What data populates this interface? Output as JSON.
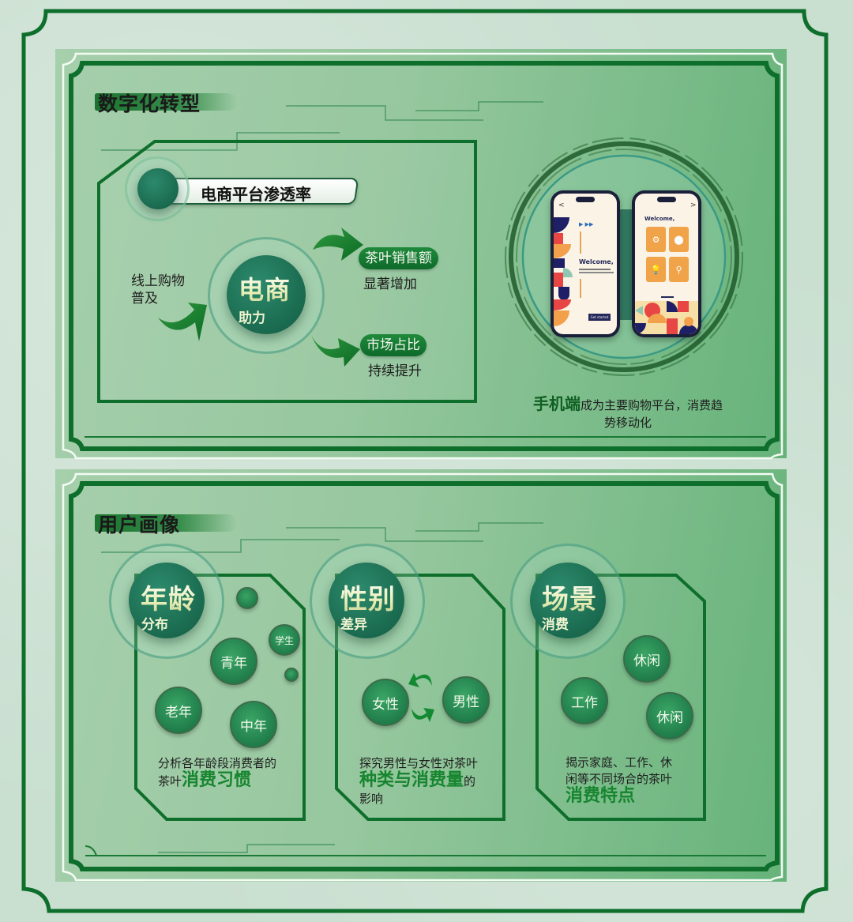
{
  "colors": {
    "frame_green": "#0e6e2b",
    "accent_green": "#17852f",
    "badge_green": "#1a6a4f",
    "background": "#c9dfd0"
  },
  "section1": {
    "title": "数字化转型",
    "ecommerce_card": {
      "header": "电商平台渗透率",
      "input_text": [
        "线上购物",
        "普及"
      ],
      "center_badge": {
        "main": "电商",
        "sub": "助力"
      },
      "outputs": [
        {
          "label": "茶叶销售额",
          "text": "显著增加"
        },
        {
          "label": "市场占比",
          "text": "持续提升"
        }
      ]
    },
    "mobile": {
      "phone_left": {
        "back": "<",
        "welcome": "Welcome,",
        "button": "Get started"
      },
      "phone_right": {
        "next": ">",
        "welcome": "Welcome,",
        "tiles": [
          "gear-icon",
          "location-pin-icon",
          "lightbulb-icon",
          "search-icon"
        ]
      },
      "caption_highlight": "手机端",
      "caption_line1": "成为主要购物平台，消费趋",
      "caption_line2": "势移动化"
    }
  },
  "section2": {
    "title": "用户画像",
    "cards": [
      {
        "main": "年龄",
        "sub": "分布",
        "bubbles": [
          "学生",
          "青年",
          "老年",
          "中年"
        ],
        "desc_line1": "分析各年龄段消费者的",
        "desc_prefix": "茶叶",
        "desc_emphasis": "消费习惯",
        "desc_suffix": ""
      },
      {
        "main": "性别",
        "sub": "差异",
        "bubbles": [
          "女性",
          "男性"
        ],
        "desc_line1": "探究男性与女性对茶叶",
        "desc_emphasis": "种类与消费量",
        "desc_suffix": "的",
        "desc_line3": "影响"
      },
      {
        "main": "场景",
        "sub": "消费",
        "bubbles": [
          "休闲",
          "工作",
          "休闲"
        ],
        "desc_line1": "揭示家庭、工作、休",
        "desc_line2": "闲等不同场合的茶叶",
        "desc_emphasis": "消费特点"
      }
    ]
  }
}
